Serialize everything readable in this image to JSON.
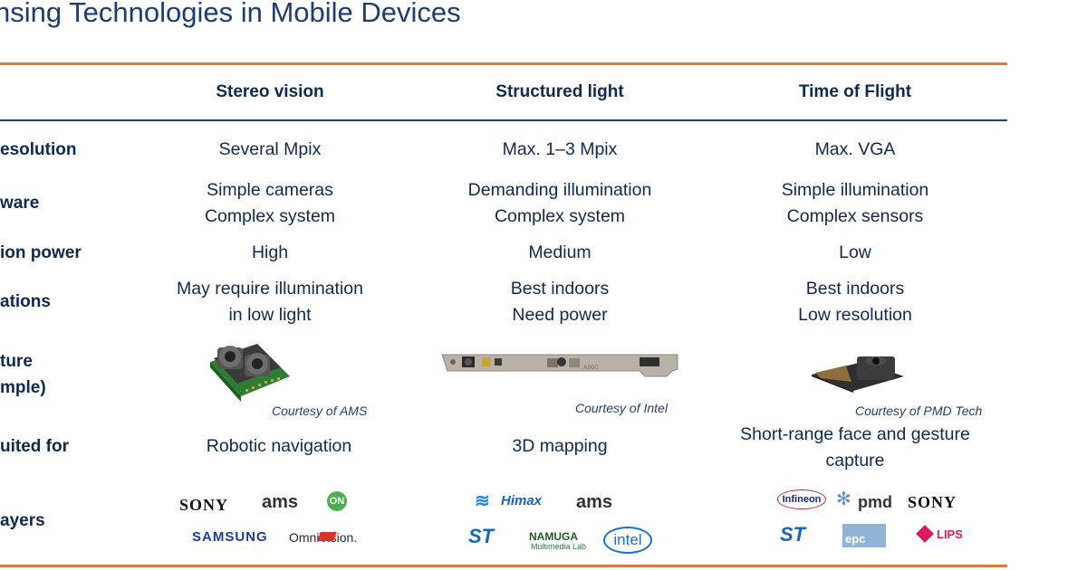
{
  "title": "nsing Technologies in Mobile Devices",
  "columns": [
    "Stereo vision",
    "Structured light",
    "Time of Flight"
  ],
  "rows": [
    {
      "label": "esolution",
      "cells": [
        "Several Mpix",
        "Max. 1–3 Mpix",
        "Max. VGA"
      ]
    },
    {
      "label": "ware",
      "cells": [
        "Simple cameras\nComplex system",
        "Demanding illumination\nComplex system",
        "Simple illumination\nComplex sensors"
      ]
    },
    {
      "label": "ion power",
      "cells": [
        "High",
        "Medium",
        "Low"
      ]
    },
    {
      "label": "ations",
      "cells": [
        "May require illumination\nin low light",
        "Best indoors\nNeed power",
        "Best indoors\nLow resolution"
      ]
    },
    {
      "label": "ture\nmple)"
    },
    {
      "label": "uited for",
      "cells": [
        "Robotic navigation",
        "3D mapping",
        "Short-range face and gesture\ncapture"
      ]
    },
    {
      "label": "ayers"
    }
  ],
  "courtesy": [
    "Courtesy of AMS",
    "Courtesy of Intel",
    "Courtesy of PMD Tech"
  ],
  "logos": {
    "stereo": [
      "SONY",
      "ams",
      "ON",
      "SAMSUNG",
      "OmniVision."
    ],
    "structured": [
      "Himax",
      "ams",
      "ST",
      "NAMUGA",
      "Multimedia Lab",
      "intel"
    ],
    "tof": [
      "Infineon",
      "pmd",
      "SONY",
      "ST",
      "epc",
      "LIPS"
    ]
  },
  "colors": {
    "navy": "#1d3c73",
    "orange": "#e07a3c"
  }
}
